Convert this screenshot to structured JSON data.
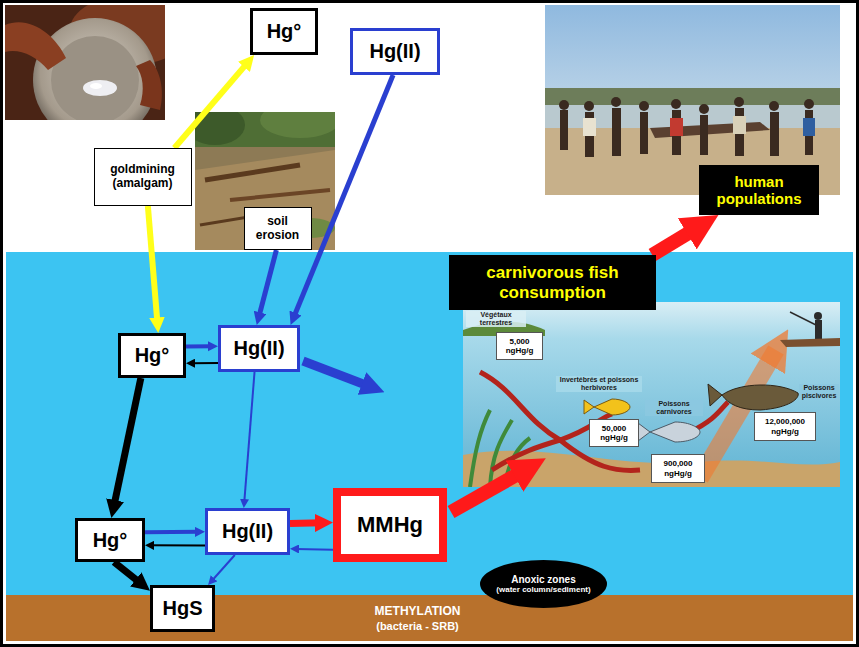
{
  "diagram": {
    "nodes": [
      {
        "text": [
          "Hg°"
        ]
      },
      {
        "text": [
          "Hg(II)"
        ]
      },
      {
        "text": [
          "goldmining (amalgam)"
        ]
      },
      {
        "text": [
          "soil erosion"
        ]
      },
      {
        "text": [
          "human populations"
        ]
      },
      {
        "text": [
          "carnivorous fish consumption"
        ]
      },
      {
        "text": [
          "Hg°"
        ]
      },
      {
        "text": [
          "Hg(II)"
        ]
      },
      {
        "text": [
          "Hg°"
        ]
      },
      {
        "text": [
          "Hg(II)"
        ]
      },
      {
        "text": [
          "MMHg"
        ]
      },
      {
        "text": [
          "HgS"
        ]
      },
      {
        "text": [
          "Anoxic zones",
          "(water column/sediment)"
        ]
      },
      {
        "text": [
          "5,000 ngHg/g"
        ]
      },
      {
        "text": [
          "50,000 ngHg/g"
        ]
      },
      {
        "text": [
          "900,000 ngHg/g"
        ]
      },
      {
        "text": [
          "12,000,000 ngHg/g"
        ]
      }
    ],
    "edges": [
      {
        "from": 2,
        "to": 0,
        "arrow": "to"
      },
      {
        "from": 2,
        "to": 6,
        "arrow": "to"
      },
      {
        "from": 3,
        "to": 7,
        "arrow": "to"
      },
      {
        "from": 1,
        "to": 7,
        "arrow": "to"
      },
      {
        "from": 6,
        "to": 7,
        "arrow": "to"
      },
      {
        "from": 7,
        "to": 6,
        "arrow": "to"
      },
      {
        "from": 6,
        "to": 8,
        "arrow": "to"
      },
      {
        "from": 7,
        "to": 9,
        "arrow": "to"
      },
      {
        "from": 8,
        "to": 9,
        "arrow": "to"
      },
      {
        "from": 9,
        "to": 8,
        "arrow": "to"
      },
      {
        "from": 8,
        "to": 11,
        "arrow": "to"
      },
      {
        "from": 9,
        "to": 11,
        "arrow": "to"
      },
      {
        "from": 9,
        "to": 10,
        "arrow": "to"
      },
      {
        "from": 10,
        "to": 9,
        "arrow": "to"
      },
      {
        "from": 5,
        "to": 4,
        "arrow": "to"
      }
    ],
    "labels": [
      "METHYLATION",
      "(bacteria - SRB)",
      "Végétaux terrestres",
      "Invertébrés et poissons herbivores",
      "Poissons carnivores",
      "Poissons piscivores"
    ]
  }
}
